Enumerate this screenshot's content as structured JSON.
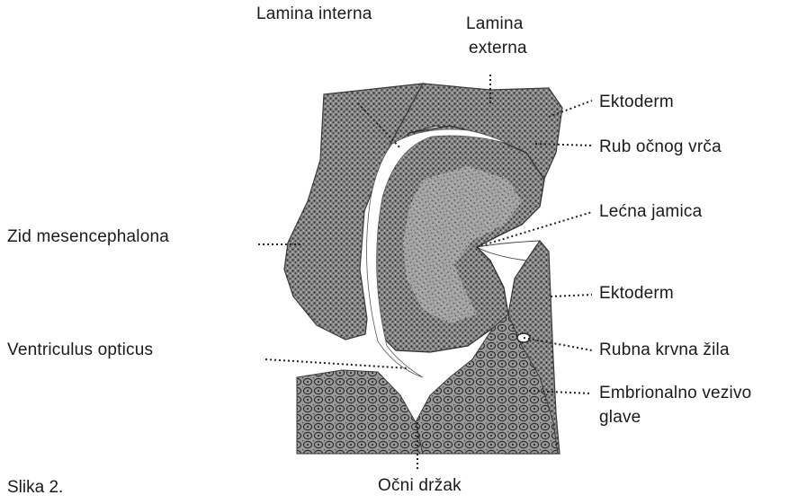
{
  "figure": {
    "caption": "Slika 2.",
    "labels": {
      "lamina_interna": "Lamina interna",
      "lamina_externa_line1": "Lamina",
      "lamina_externa_line2": "externa",
      "ektoderm_top": "Ektoderm",
      "rub_ocnog_vrca": "Rub očnog vrča",
      "lecna_jamica": "Lećna jamica",
      "zid_mesencephalona": "Zid mesencephalona",
      "ektoderm_right": "Ektoderm",
      "ventriculus_opticus": "Ventriculus opticus",
      "rubna_krvna_zila": "Rubna krvna žila",
      "embrionalno_vezivo_line1": "Embrionalno vezivo",
      "embrionalno_vezivo_line2": "glave",
      "ocni_drzak": "Očni držak"
    }
  },
  "colors": {
    "tissue_dark": "#3a3a3a",
    "tissue_mid": "#6e6e6e",
    "tissue_light": "#b8b8b8",
    "ink": "#1a1a1a"
  }
}
